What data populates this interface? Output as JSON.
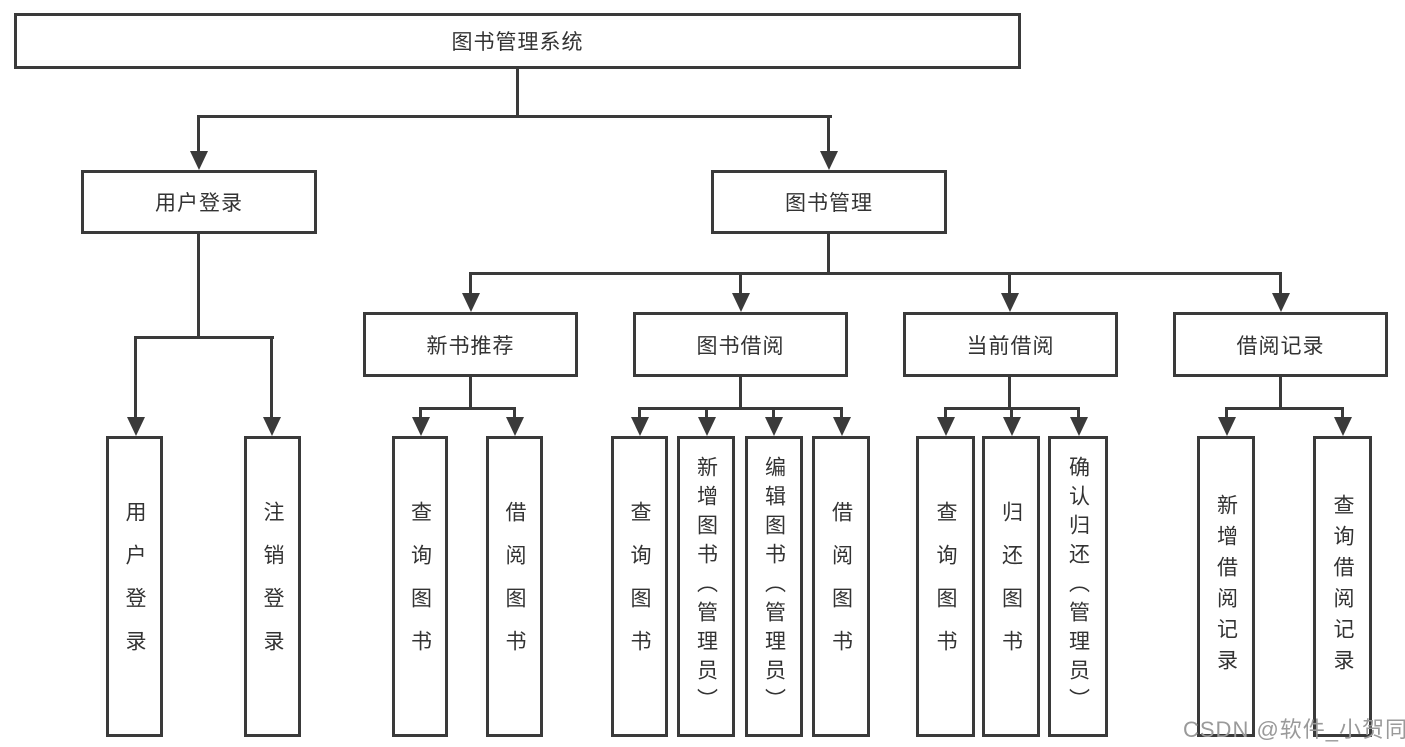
{
  "diagram": {
    "root": {
      "label": "图书管理系统"
    },
    "level2": [
      {
        "label": "用户登录"
      },
      {
        "label": "图书管理"
      }
    ],
    "level3": [
      {
        "label": "新书推荐"
      },
      {
        "label": "图书借阅"
      },
      {
        "label": "当前借阅"
      },
      {
        "label": "借阅记录"
      }
    ],
    "leaves_user_login": [
      {
        "label": "用户登录"
      },
      {
        "label": "注销登录"
      }
    ],
    "leaves_new_book": [
      {
        "label": "查询图书"
      },
      {
        "label": "借阅图书"
      }
    ],
    "leaves_book_borrow": [
      {
        "label": "查询图书"
      },
      {
        "label": "新增图书（管理员）"
      },
      {
        "label": "编辑图书（管理员）"
      },
      {
        "label": "借阅图书"
      }
    ],
    "leaves_current_borrow": [
      {
        "label": "查询图书"
      },
      {
        "label": "归还图书"
      },
      {
        "label": "确认归还（管理员）"
      }
    ],
    "leaves_borrow_records": [
      {
        "label": "新增借阅记录"
      },
      {
        "label": "查询借阅记录"
      }
    ]
  },
  "watermark": {
    "text": "CSDN @软件_小贺同学"
  },
  "colors": {
    "line": "#3a3a3a",
    "text": "#333333",
    "watermark": "#9a9a9a",
    "background": "#ffffff"
  }
}
